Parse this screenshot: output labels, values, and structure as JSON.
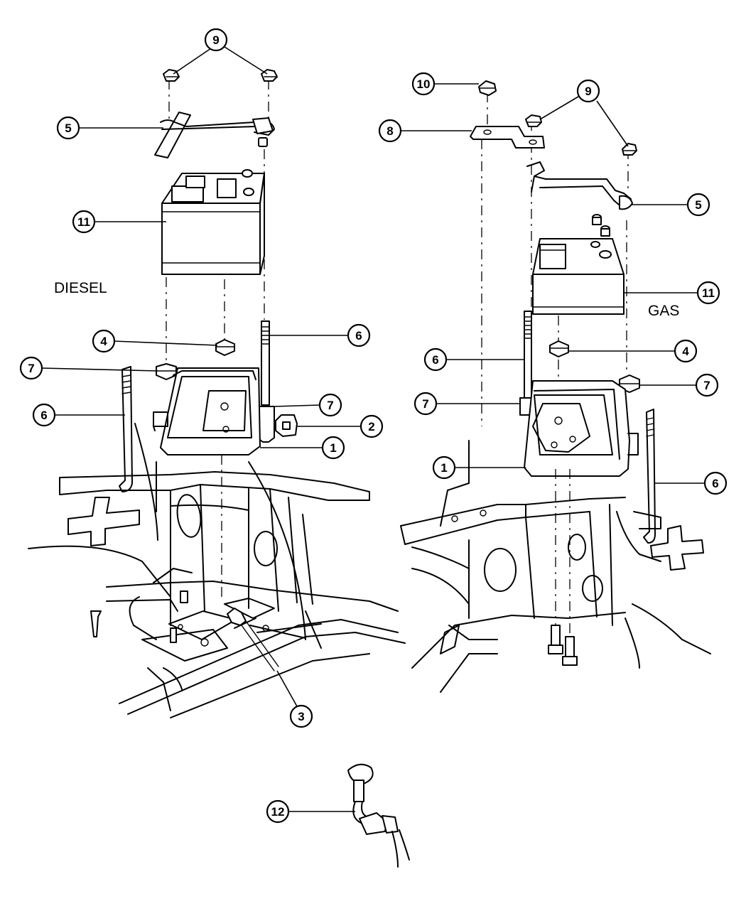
{
  "labels": {
    "diesel": "DIESEL",
    "gas": "GAS"
  },
  "callouts": {
    "c9_left": "9",
    "c5_left": "5",
    "c11_left": "11",
    "c4_left": "4",
    "c6_left_top": "6",
    "c7_left_a": "7",
    "c6_left_b": "6",
    "c7_left_b": "7",
    "c2_left": "2",
    "c1_left": "1",
    "c3_left": "3",
    "c10_right": "10",
    "c8_right": "8",
    "c9_right": "9",
    "c5_right": "5",
    "c11_right": "11",
    "c4_right": "4",
    "c6_right_a": "6",
    "c7_right_a": "7",
    "c7_right_b": "7",
    "c1_right": "1",
    "c6_right_b": "6",
    "c12": "12"
  }
}
